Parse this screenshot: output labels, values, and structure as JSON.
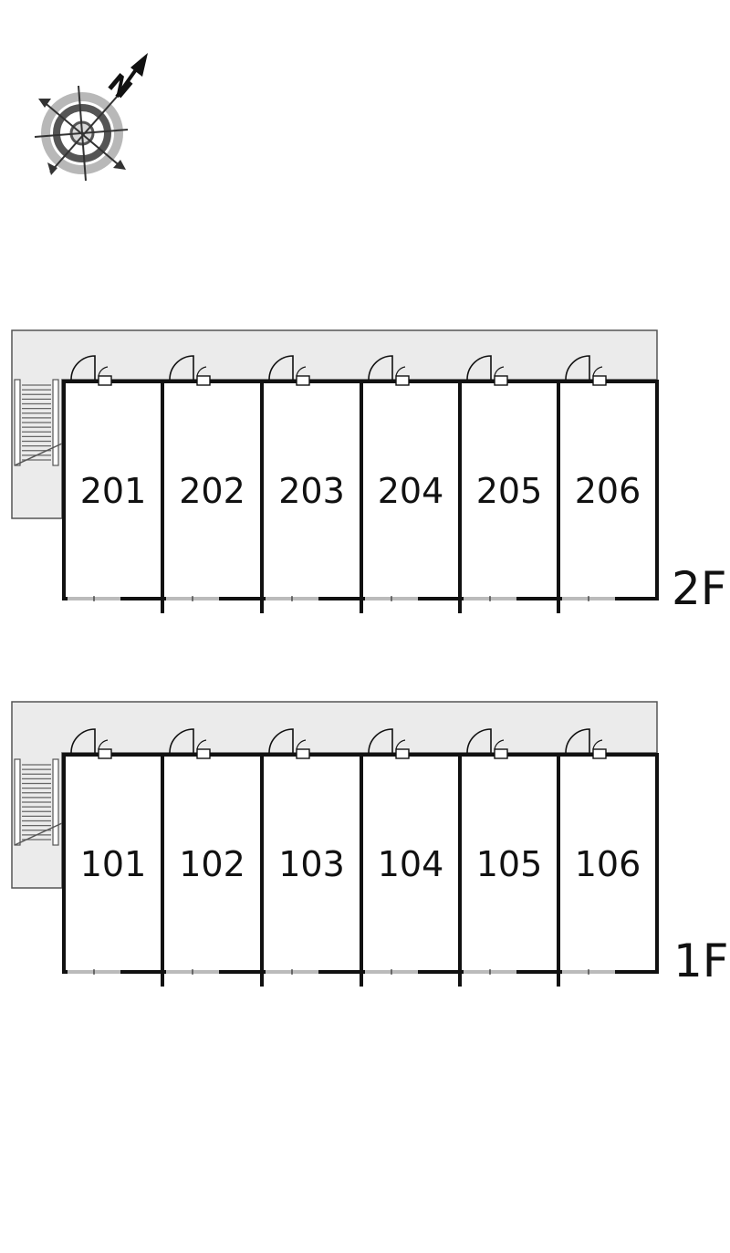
{
  "compass": {
    "north_label": "N",
    "icon": "compass-rose-icon",
    "direction": "north-east"
  },
  "colors": {
    "corridor": "#ebebeb",
    "wall": "#111111",
    "outline": "#555555",
    "compass_dark": "#555555",
    "compass_light": "#b8b8b8"
  },
  "floors": [
    {
      "id": "2f",
      "label": "2F",
      "rooms": [
        "201",
        "202",
        "203",
        "204",
        "205",
        "206"
      ]
    },
    {
      "id": "1f",
      "label": "1F",
      "rooms": [
        "101",
        "102",
        "103",
        "104",
        "105",
        "106"
      ]
    }
  ]
}
